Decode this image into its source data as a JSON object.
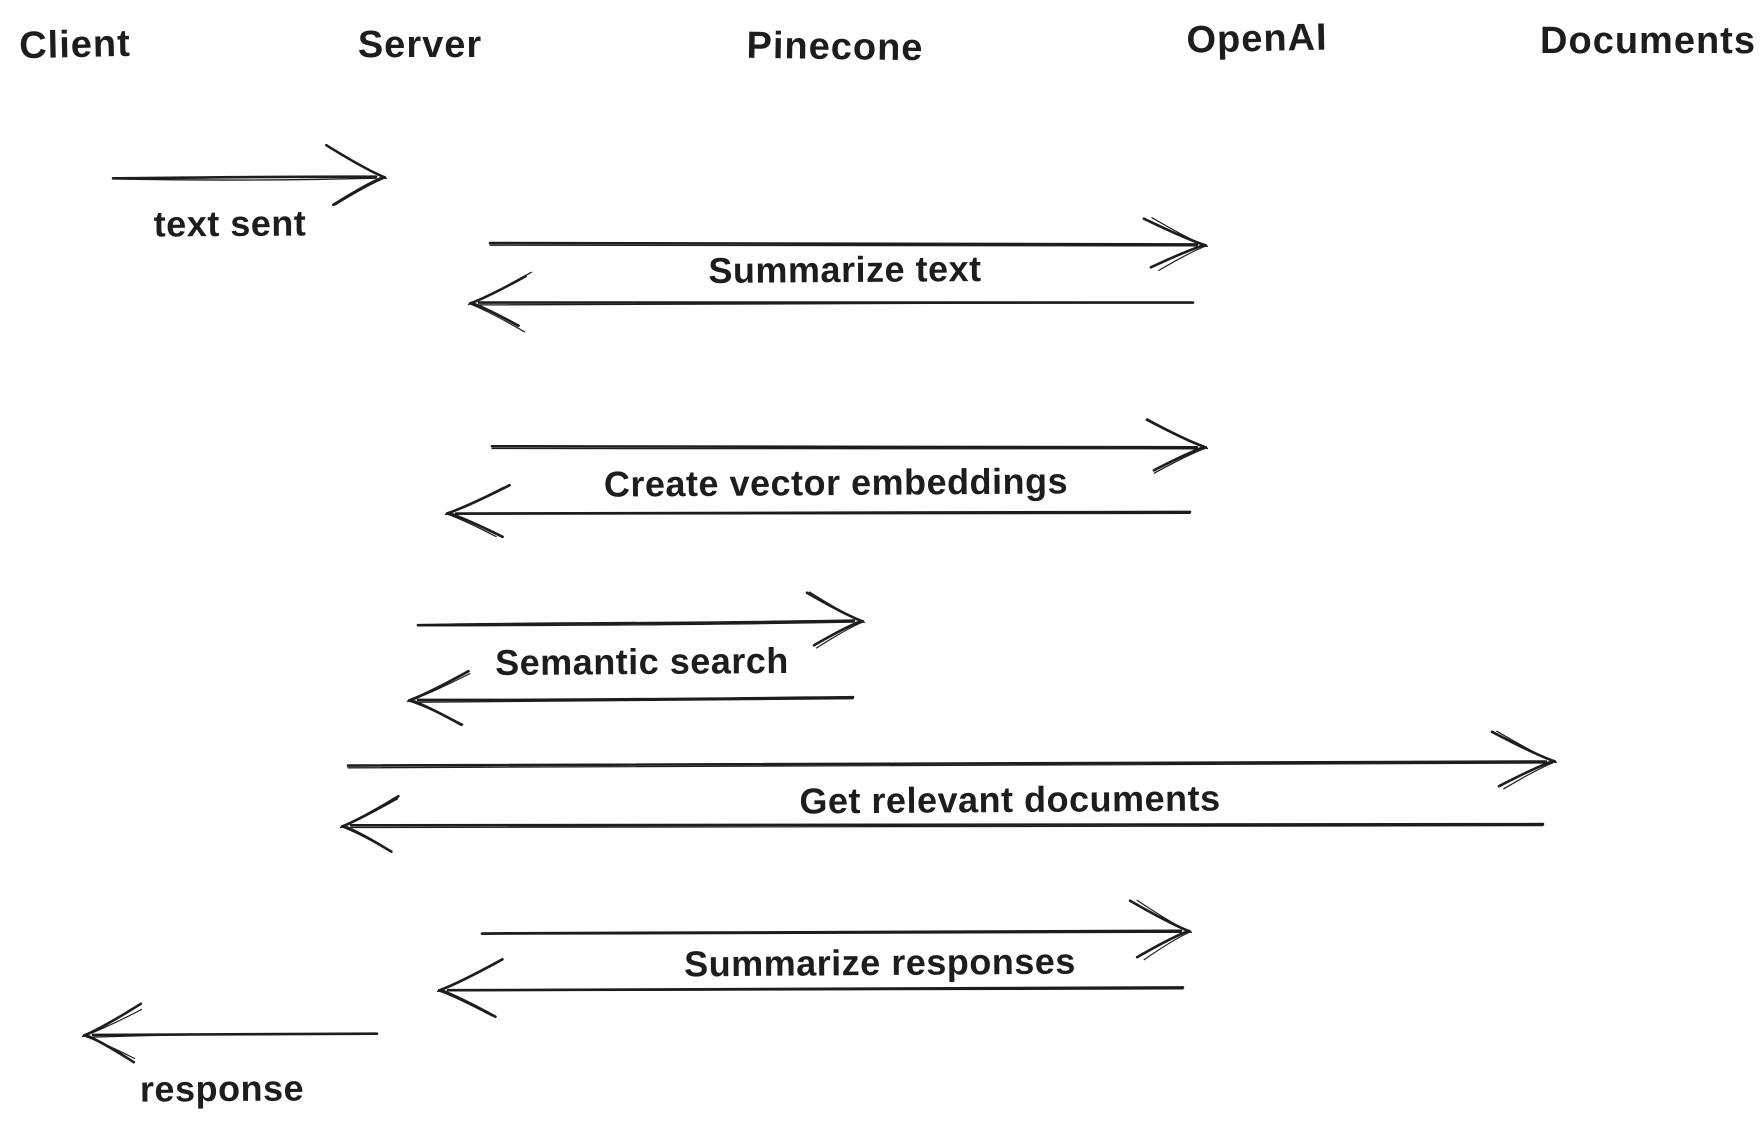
{
  "diagram": {
    "title": "Sequence diagram",
    "style": "hand-drawn",
    "background": "#ffffff",
    "ink": "#1d1d1d",
    "actors": [
      {
        "name": "Client"
      },
      {
        "name": "Server"
      },
      {
        "name": "Pinecone"
      },
      {
        "name": "OpenAI"
      },
      {
        "name": "Documents"
      }
    ],
    "messages": [
      {
        "id": "text-sent",
        "label": "text sent",
        "from": "Client",
        "to": "Server",
        "direction": "right"
      },
      {
        "id": "summarize-text",
        "label": "Summarize text",
        "from": "Server",
        "to": "OpenAI",
        "direction": "both"
      },
      {
        "id": "create-vector-embeddings",
        "label": "Create vector embeddings",
        "from": "Server",
        "to": "OpenAI",
        "direction": "both"
      },
      {
        "id": "semantic-search",
        "label": "Semantic search",
        "from": "Server",
        "to": "Pinecone",
        "direction": "both"
      },
      {
        "id": "get-relevant-documents",
        "label": "Get relevant documents",
        "from": "Server",
        "to": "Documents",
        "direction": "both"
      },
      {
        "id": "summarize-responses",
        "label": "Summarize responses",
        "from": "Server",
        "to": "OpenAI",
        "direction": "both"
      },
      {
        "id": "response",
        "label": "response",
        "from": "Server",
        "to": "Client",
        "direction": "left"
      }
    ]
  }
}
